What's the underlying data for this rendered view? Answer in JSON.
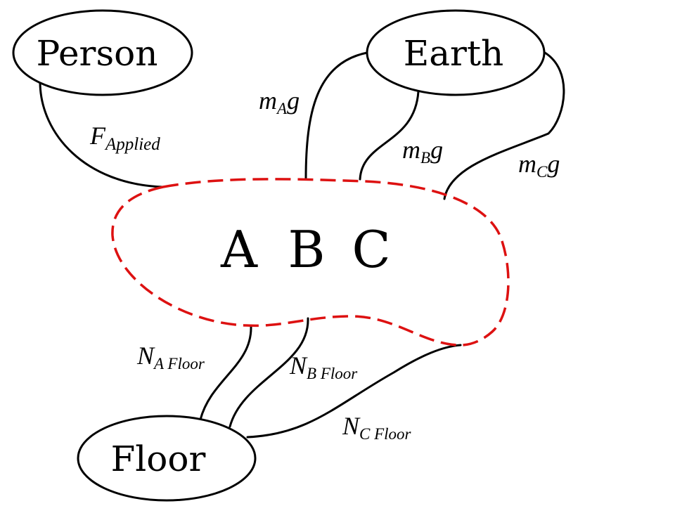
{
  "colors": {
    "system_boundary": "#dd1111",
    "ink": "#000000",
    "background": "#ffffff"
  },
  "nodes": {
    "person": "Person",
    "earth": "Earth",
    "floor": "Floor"
  },
  "system": {
    "objects": [
      "A",
      "B",
      "C"
    ]
  },
  "edges": {
    "applied": {
      "main": "F",
      "sub": "Applied"
    },
    "grav_a": {
      "main": "m",
      "sub": "A",
      "tail": "g"
    },
    "grav_b": {
      "main": "m",
      "sub": "B",
      "tail": "g"
    },
    "grav_c": {
      "main": "m",
      "sub": "C",
      "tail": "g"
    },
    "normal_a": {
      "main": "N",
      "sub": "A Floor"
    },
    "normal_b": {
      "main": "N",
      "sub": "B Floor"
    },
    "normal_c": {
      "main": "N",
      "sub": "C Floor"
    }
  }
}
